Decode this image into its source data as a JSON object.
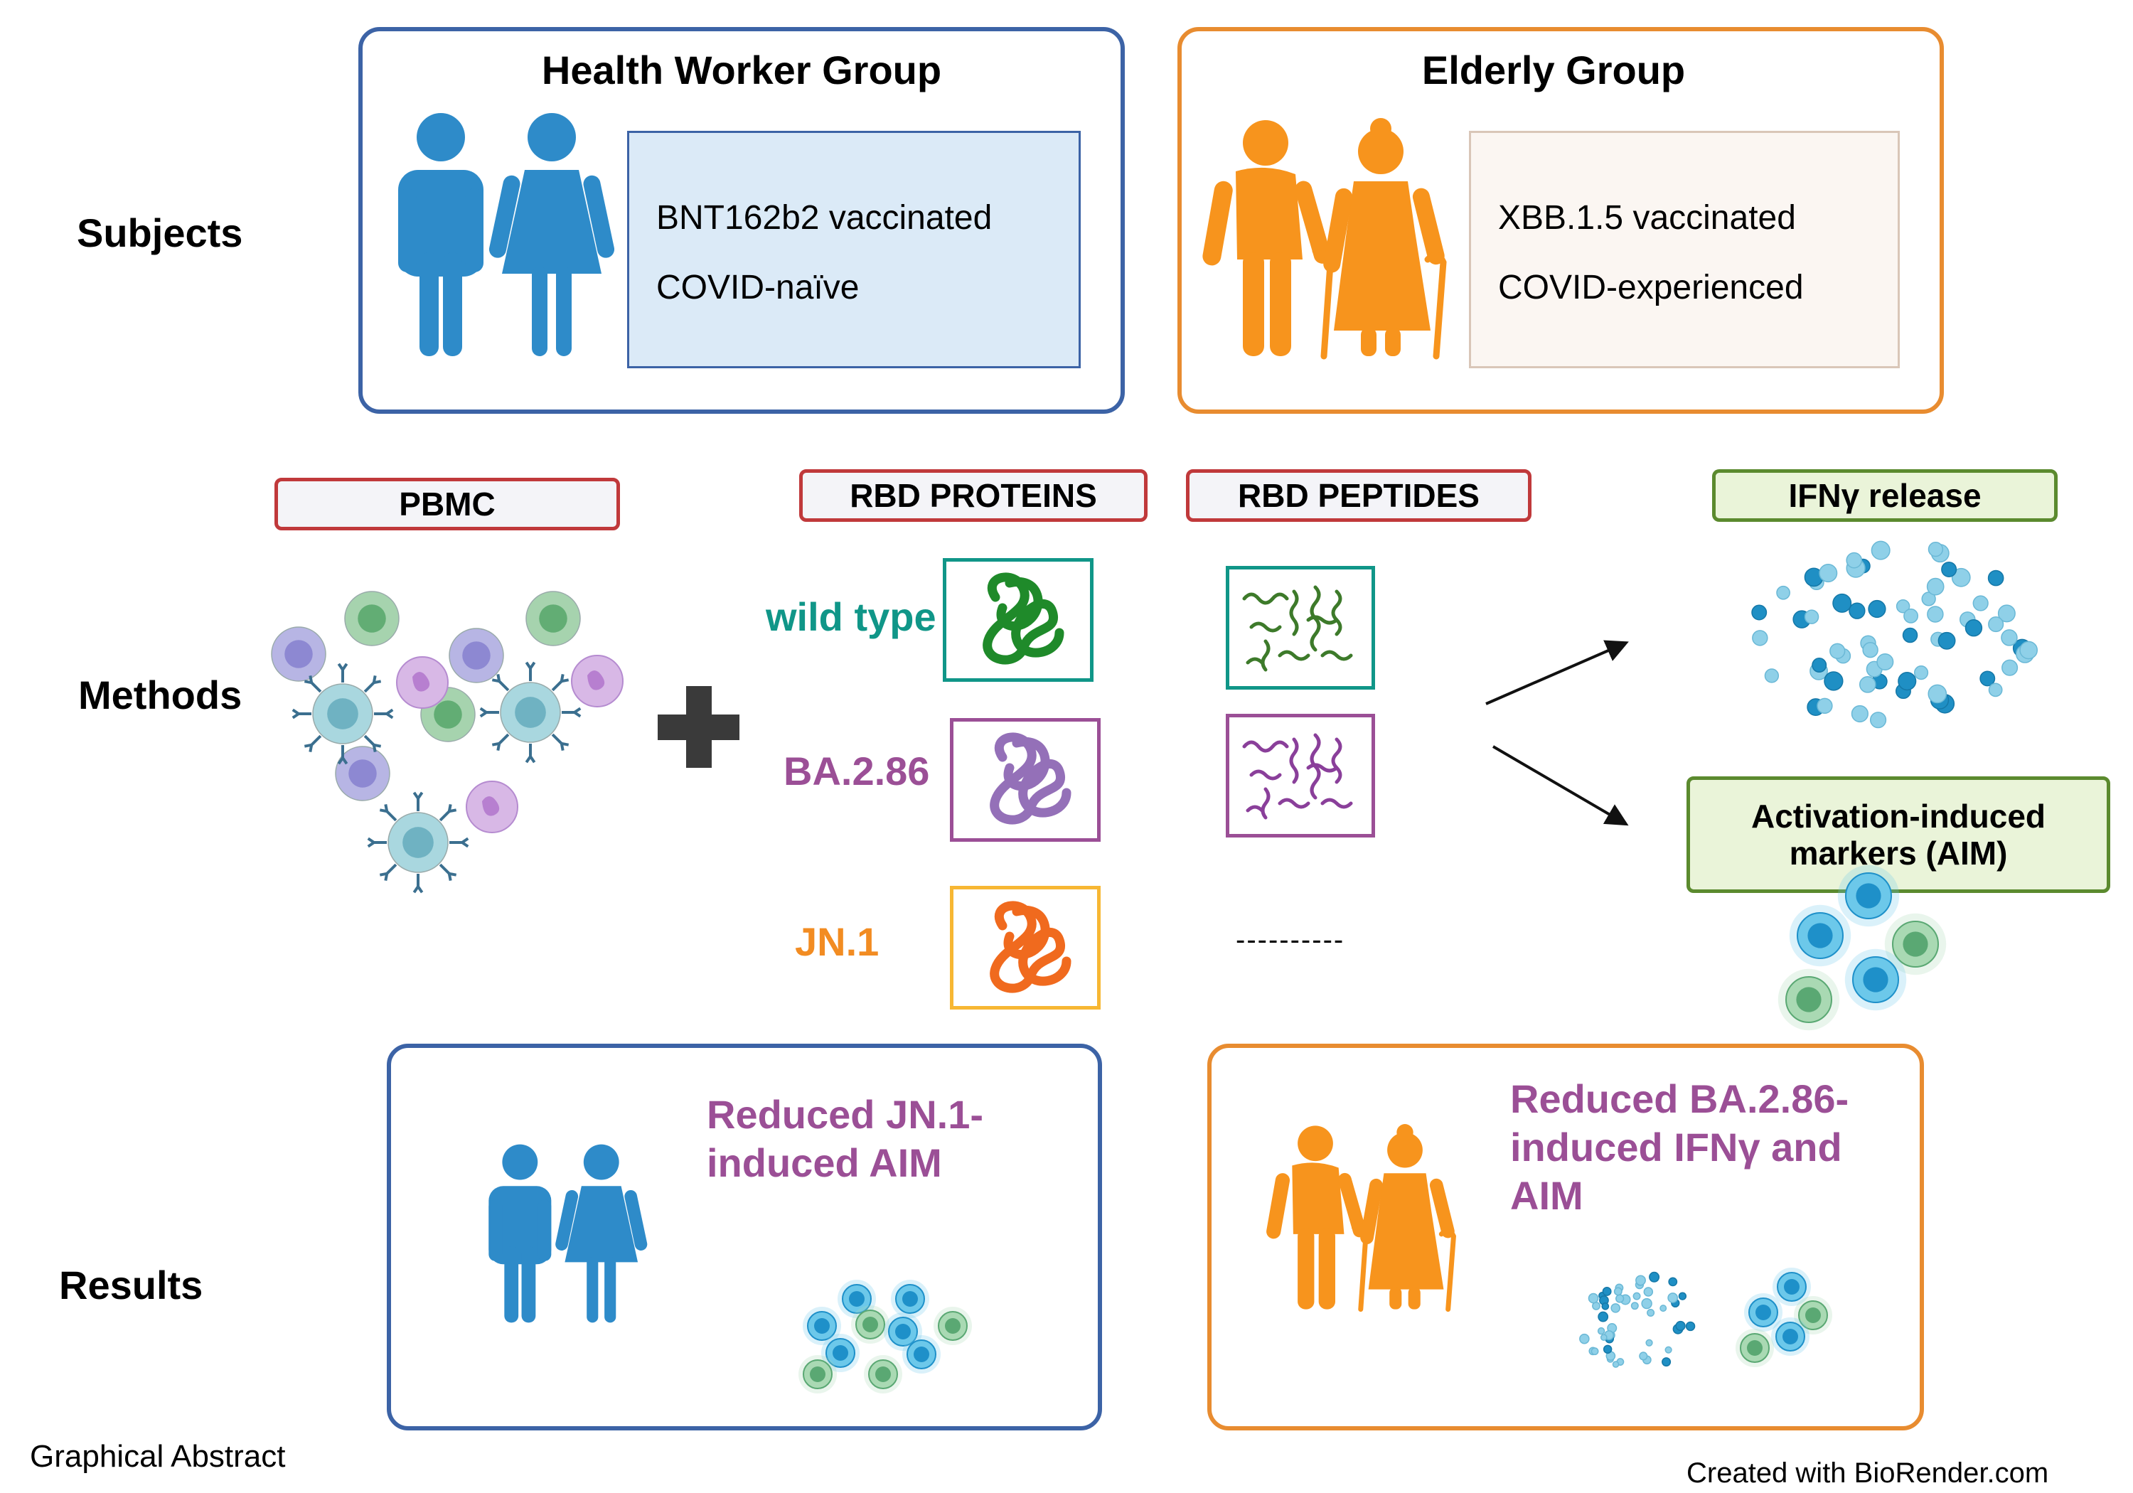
{
  "rows": {
    "subjects": "Subjects",
    "methods": "Methods",
    "results": "Results"
  },
  "health_worker": {
    "title": "Health Worker Group",
    "line1": "BNT162b2 vaccinated",
    "line2": "COVID-naïve"
  },
  "elderly": {
    "title": "Elderly Group",
    "line1": "XBB.1.5  vaccinated",
    "line2": "COVID-experienced"
  },
  "methods": {
    "pbmc": "PBMC",
    "rbd_proteins": "RBD PROTEINS",
    "rbd_peptides": "RBD PEPTIDES",
    "ifn_release": "IFNγ release",
    "aim": "Activation-induced markers (AIM)",
    "variants": [
      "wild type",
      "BA.2.86",
      "JN.1"
    ],
    "no_peptide": "----------"
  },
  "results": {
    "health_worker": "Reduced JN.1-induced AIM",
    "elderly": "Reduced BA.2.86-induced IFNγ and AIM"
  },
  "footer": {
    "left": "Graphical Abstract",
    "right": "Created with BioRender.com"
  },
  "colors": {
    "blue": "#2e8bc9",
    "orange": "#f7941d",
    "box_blue": "#3c63a6",
    "box_orange": "#e88c30",
    "teal": "#109688",
    "purple": "#9b4f96",
    "jn1": "#f28c22",
    "green": "#5b8a2e"
  }
}
